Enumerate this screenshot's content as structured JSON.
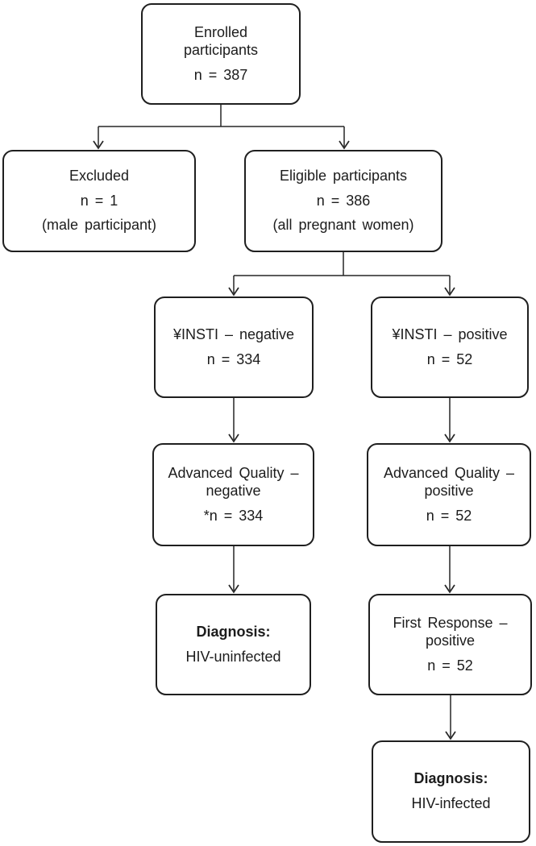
{
  "diagram": {
    "type": "flowchart",
    "colors": {
      "stroke": "#262626",
      "box_border": "#1f1f1f",
      "background": "#ffffff",
      "text": "#1c1c1c"
    },
    "nodes": {
      "enrolled": {
        "lines": [
          "Enrolled",
          "participants",
          "n = 387"
        ]
      },
      "excluded": {
        "lines": [
          "Excluded",
          "n = 1",
          "(male participant)"
        ]
      },
      "eligible": {
        "lines": [
          "Eligible participants",
          "n = 386",
          "(all pregnant women)"
        ]
      },
      "insti_negative": {
        "lines": [
          "¥INSTI – negative",
          "n = 334"
        ]
      },
      "insti_positive": {
        "lines": [
          "¥INSTI – positive",
          "n = 52"
        ]
      },
      "aq_negative": {
        "lines": [
          "Advanced Quality –",
          "negative",
          "*n = 334"
        ]
      },
      "aq_positive": {
        "lines": [
          "Advanced Quality –",
          "positive",
          "n = 52"
        ]
      },
      "diagnosis_uninfected": {
        "lines": [
          "Diagnosis:",
          "HIV-uninfected"
        ]
      },
      "first_response": {
        "lines": [
          "First Response –",
          "positive",
          "n = 52"
        ]
      },
      "diagnosis_infected": {
        "lines": [
          "Diagnosis:",
          "HIV-infected"
        ]
      }
    },
    "edges": [
      {
        "from": "enrolled",
        "to": "excluded"
      },
      {
        "from": "enrolled",
        "to": "eligible"
      },
      {
        "from": "eligible",
        "to": "insti_negative"
      },
      {
        "from": "eligible",
        "to": "insti_positive"
      },
      {
        "from": "insti_negative",
        "to": "aq_negative"
      },
      {
        "from": "insti_positive",
        "to": "aq_positive"
      },
      {
        "from": "aq_negative",
        "to": "diagnosis_uninfected"
      },
      {
        "from": "aq_positive",
        "to": "first_response"
      },
      {
        "from": "first_response",
        "to": "diagnosis_infected"
      }
    ]
  }
}
